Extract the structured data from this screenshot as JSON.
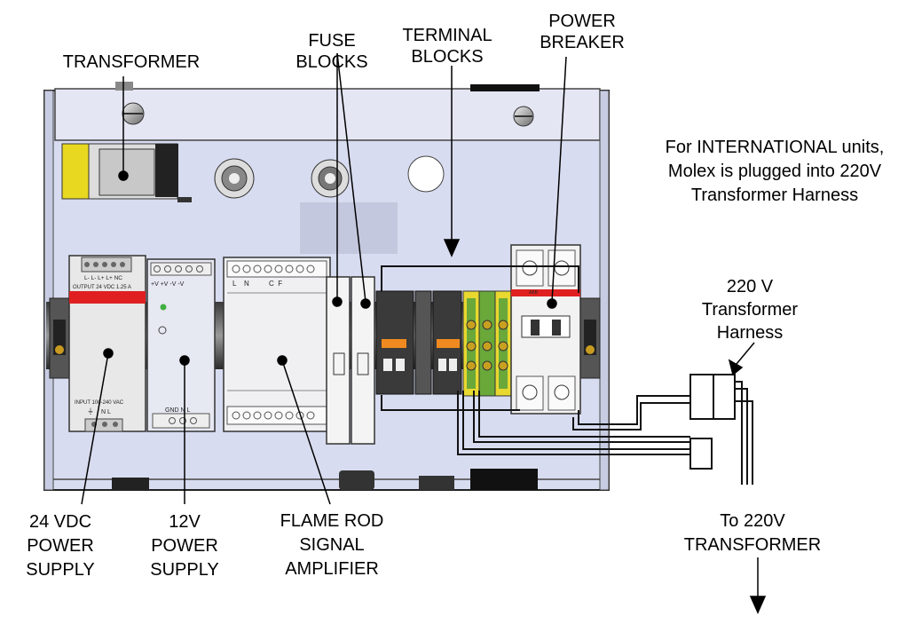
{
  "callouts": {
    "transformer": "TRANSFORMER",
    "fuse_blocks": [
      "FUSE",
      "BLOCKS"
    ],
    "terminal_blocks": [
      "TERMINAL",
      "BLOCKS"
    ],
    "power_breaker": [
      "POWER",
      "BREAKER"
    ],
    "psu_24v": [
      "24 VDC",
      "POWER",
      "SUPPLY"
    ],
    "psu_12v": [
      "12V",
      "POWER",
      "SUPPLY"
    ],
    "flame_rod": [
      "FLAME ROD",
      "SIGNAL",
      "AMPLIFIER"
    ],
    "harness": [
      "220 V",
      "Transformer",
      "Harness"
    ],
    "to_transformer": [
      "To 220V",
      "TRANSFORMER"
    ]
  },
  "note": [
    "For INTERNATIONAL units,",
    "Molex is plugged into 220V",
    "Transformer Harness"
  ],
  "component_labels": {
    "psu24_terminals_top": "L- L- L+ L+ NC",
    "psu24_output": "OUTPUT 24 VDC 1.25 A",
    "psu24_input": "INPUT 100-240 VAC",
    "psu24_terminals_bottom": "N  L",
    "psu12_terminals_top": "+V +V  -V  -V",
    "psu12_terminals_bottom": "GND  N  L",
    "amp_terminals_top": "L    N          C  F",
    "breaker_brand": "ABB"
  },
  "colors": {
    "panel": "#d8dcf0",
    "psu_stripe": "#e02020",
    "terminal_green": "#6aa83a",
    "terminal_yellow": "#e8d830",
    "orange_tab": "#f08a20",
    "transformer_yellow": "#e8d820"
  }
}
